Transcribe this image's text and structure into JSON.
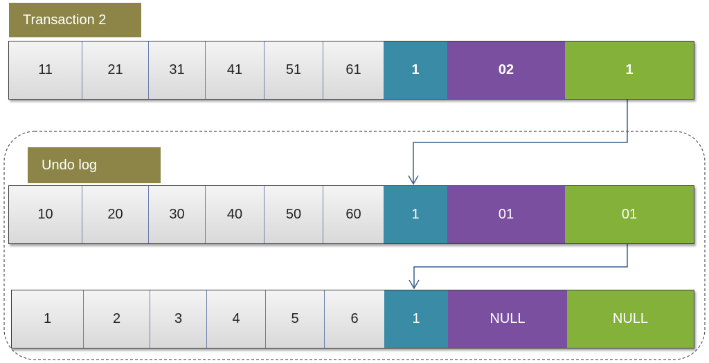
{
  "labels": {
    "transaction": "Transaction 2",
    "undo_log": "Undo log"
  },
  "rows": [
    {
      "values": [
        "11",
        "21",
        "31",
        "41",
        "51",
        "61"
      ],
      "c1": "1",
      "c2": "02",
      "c3": "1"
    },
    {
      "values": [
        "10",
        "20",
        "30",
        "40",
        "50",
        "60"
      ],
      "c1": "1",
      "c2": "01",
      "c3": "01"
    },
    {
      "values": [
        "1",
        "2",
        "3",
        "4",
        "5",
        "6"
      ],
      "c1": "1",
      "c2": "NULL",
      "c3": "NULL"
    }
  ],
  "colors": {
    "label_bg": "#8c8547",
    "teal": "#3a8ba5",
    "purple": "#7a4fa0",
    "green": "#84b13a"
  }
}
